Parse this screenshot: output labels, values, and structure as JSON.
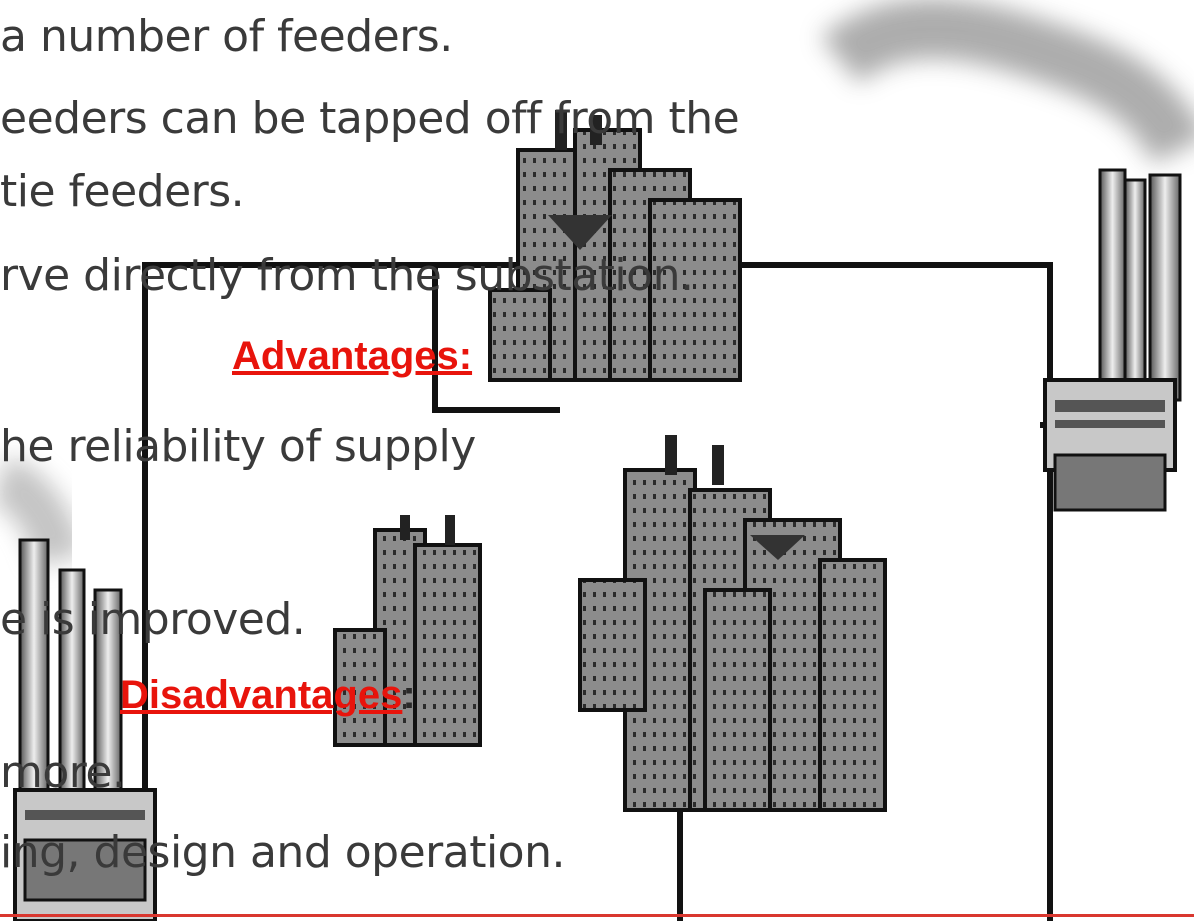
{
  "slide": {
    "lines": [
      "a number of feeders.",
      "eeders can be tapped off from the",
      "tie feeders.",
      "rve directly from the substation.",
      "he reliability of supply",
      "e is improved.",
      "more.",
      "ing, design and operation."
    ],
    "advantages_heading": "Advantages:",
    "disadvantages_heading": "Disadvantages",
    "disadvantages_colon": ":"
  },
  "colors": {
    "heading": "#e8140c",
    "body_text": "#3a3a3a",
    "bottom_rule": "#d9372f",
    "network_line": "#111111"
  },
  "illustration": {
    "subject": "ring-main distribution network connecting factory and city buildings",
    "icons": [
      "factory-icon",
      "city-buildings-icon",
      "smoke-plume"
    ]
  }
}
